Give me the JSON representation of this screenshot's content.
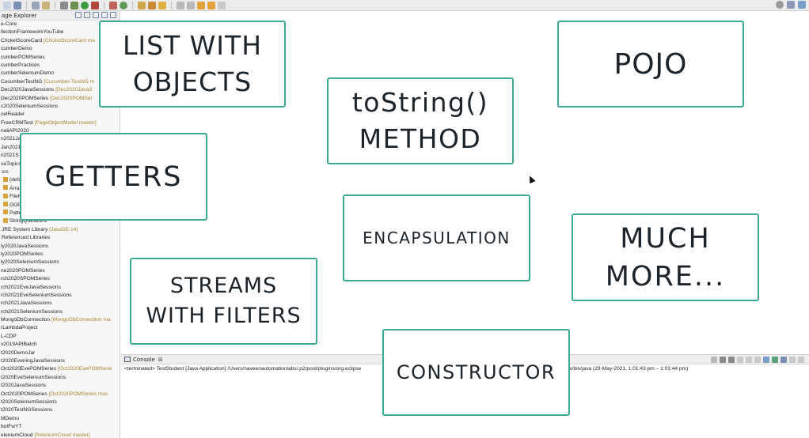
{
  "package_explorer": {
    "title": "age Explorer",
    "items": [
      {
        "label": "e-Core",
        "tag": ""
      },
      {
        "label": "llectionFrameworkYouTube",
        "tag": ""
      },
      {
        "label": "CricketScoreCard",
        "tag": "[CricketScoreCard ma"
      },
      {
        "label": "cumberDemo",
        "tag": ""
      },
      {
        "label": "cumberPOMSeries",
        "tag": ""
      },
      {
        "label": "cumberPractices",
        "tag": ""
      },
      {
        "label": "cumberSeleniumDemo",
        "tag": ""
      },
      {
        "label": "CucumberTestNG",
        "tag": "[Cucumber-TestNG m"
      },
      {
        "label": "Dec2020JavaSessions",
        "tag": "[Dec2020JavaS"
      },
      {
        "label": "Dec2020POMSeries",
        "tag": "[Dec2020POMSer"
      },
      {
        "label": "c2020SeleniumSessions",
        "tag": ""
      },
      {
        "label": "celReader",
        "tag": ""
      },
      {
        "label": "FreeCRMTest",
        "tag": "[PageObjectModel master]"
      },
      {
        "label": "naliAPI2020",
        "tag": ""
      },
      {
        "label": "n2021Ja",
        "tag": ""
      },
      {
        "label": "Jan2021",
        "tag": ""
      },
      {
        "label": "n2021S",
        "tag": ""
      },
      {
        "label": "vaTopics",
        "tag": ""
      },
      {
        "label": "src",
        "tag": ""
      },
      {
        "label": "(defa",
        "tag": ""
      },
      {
        "label": "Arra",
        "tag": ""
      },
      {
        "label": "FileH",
        "tag": ""
      },
      {
        "label": "OOP",
        "tag": ""
      },
      {
        "label": "Patte",
        "tag": ""
      },
      {
        "label": "StringQuestions",
        "tag": ""
      },
      {
        "label": "JRE System Library",
        "tag": "[JavaSE-14]"
      },
      {
        "label": "Referenced Libraries",
        "tag": ""
      },
      {
        "label": "ly2020JavaSessions",
        "tag": ""
      },
      {
        "label": "ly2020POMSeries",
        "tag": ""
      },
      {
        "label": "ly2020SeleniumSessions",
        "tag": ""
      },
      {
        "label": "ne2020POMSeries",
        "tag": ""
      },
      {
        "label": "rch2020SPOMSeries",
        "tag": ""
      },
      {
        "label": "rch2021EveJavaSessions",
        "tag": ""
      },
      {
        "label": "rch2021EveSeleniumSessions",
        "tag": ""
      },
      {
        "label": "rch2021JavaSessions",
        "tag": ""
      },
      {
        "label": "rch2021SeleniumSessions",
        "tag": ""
      },
      {
        "label": "MongoDbConnection",
        "tag": "[MongoDbConnection ma"
      },
      {
        "label": "rLambdaProject",
        "tag": ""
      },
      {
        "label": "L-CDP",
        "tag": ""
      },
      {
        "label": "v2019APIBatch",
        "tag": ""
      },
      {
        "label": "t2020DemoJar",
        "tag": ""
      },
      {
        "label": "t2020EveningJavaSessions",
        "tag": ""
      },
      {
        "label": "Oct2020EvePOMSeries",
        "tag": "[Oct2020EvePOMSerie"
      },
      {
        "label": "t2020EveSeleniumSessions",
        "tag": ""
      },
      {
        "label": "t2020JavaSessions",
        "tag": ""
      },
      {
        "label": "Oct2020POMSeries",
        "tag": "[Oct2020POMSeries mas"
      },
      {
        "label": "t2020SeleniumSessions",
        "tag": ""
      },
      {
        "label": "t2020TestNGSessions",
        "tag": ""
      },
      {
        "label": "MDemo",
        "tag": ""
      },
      {
        "label": "botFwYT",
        "tag": ""
      },
      {
        "label": "eleniumCloud",
        "tag": "[SeleniumCloud master]"
      }
    ]
  },
  "console": {
    "tab_label": "Console",
    "close_label": "⊠",
    "output_line": "<terminated> TestStudent [Java Application] /Users/naveenautomationlabs/.p2/pool/plugins/org.eclipse",
    "output_line_end": "e/bin/java  (29-May-2021, 1:01:43 pm – 1:01:44 pm)"
  },
  "cards": {
    "list_with_objects": "LIST WITH\nOBJECTS",
    "pojo": "POJO",
    "tostring_method": "toString()\nMETHOD",
    "getters": "GETTERS",
    "encapsulation": "ENCAPSULATION",
    "much_more": "MUCH\nMORE...",
    "streams_with_filters": "STREAMS\nWITH FILTERS",
    "constructor": "CONSTRUCTOR"
  },
  "colors": {
    "card_border": "#3aaa93",
    "card_text": "#1c2329"
  }
}
